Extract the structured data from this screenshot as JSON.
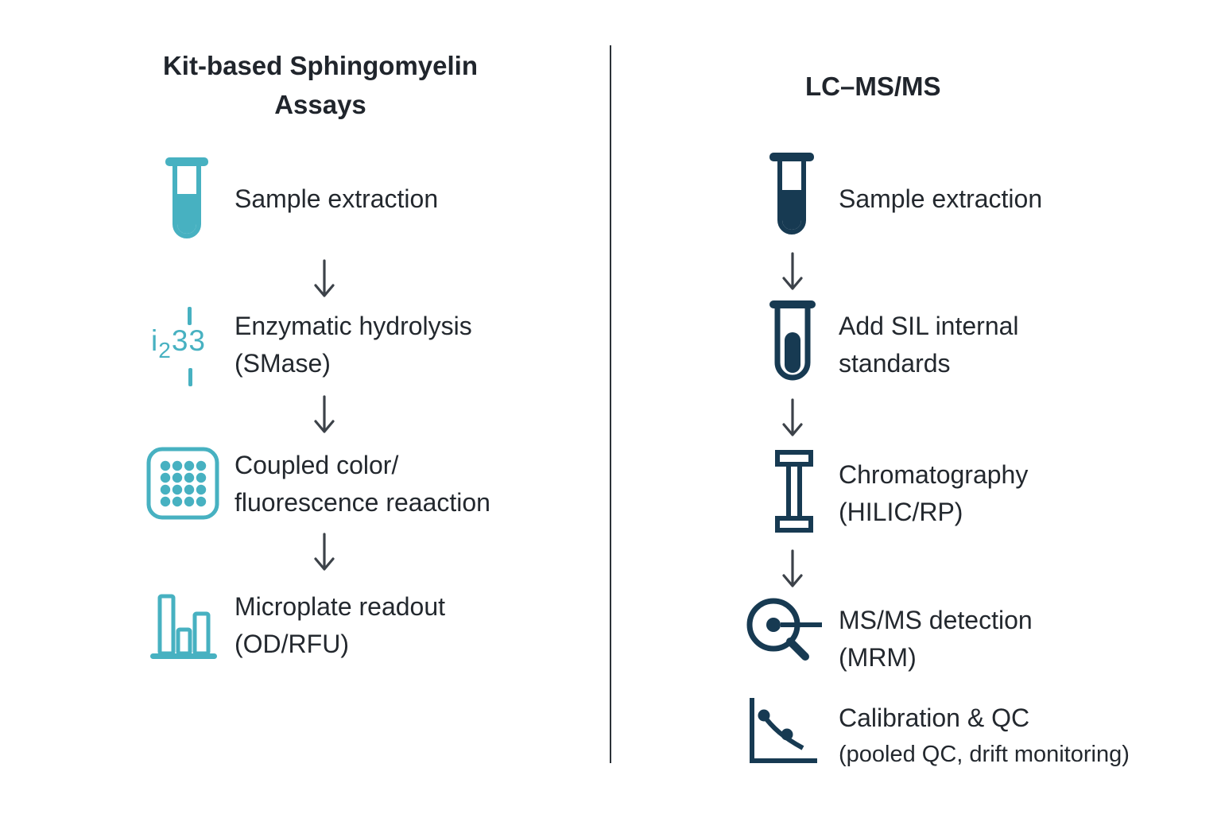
{
  "colors": {
    "teal": "#47b1c1",
    "navy": "#173a52",
    "text": "#23282e",
    "title": "#20252c",
    "arrow": "#3c4249",
    "divider": "#2c3138"
  },
  "left_column": {
    "title": {
      "line1": "Kit-based Sphingomyelin",
      "line2": "Assays"
    },
    "enzyme_icon_text": {
      "prefix": "i",
      "sub": "2",
      "suffix": "33"
    },
    "steps": [
      {
        "icon": "test-tube-icon",
        "lines": [
          "Sample extraction"
        ]
      },
      {
        "icon": "enzyme-i233-icon",
        "lines": [
          "Enzymatic hydrolysis",
          "(SMase)"
        ]
      },
      {
        "icon": "microplate-icon",
        "lines": [
          "Coupled color/",
          "fluorescence reaaction"
        ]
      },
      {
        "icon": "bar-chart-icon",
        "lines": [
          "Microplate readout",
          "(OD/RFU)"
        ]
      }
    ]
  },
  "right_column": {
    "title": "LC–MS/MS",
    "steps": [
      {
        "icon": "test-tube-icon",
        "lines": [
          "Sample extraction"
        ]
      },
      {
        "icon": "test-tube-internal-standard-icon",
        "lines": [
          "Add SIL internal",
          "standards"
        ]
      },
      {
        "icon": "chromatography-column-icon",
        "lines": [
          "Chromatography",
          "(HILIC/RP)"
        ]
      },
      {
        "icon": "magnifier-detection-icon",
        "lines": [
          "MS/MS detection",
          "(MRM)"
        ]
      },
      {
        "icon": "calibration-curve-icon",
        "lines": [
          "Calibration & QC",
          "(pooled QC, drift monitoring)"
        ]
      }
    ]
  }
}
